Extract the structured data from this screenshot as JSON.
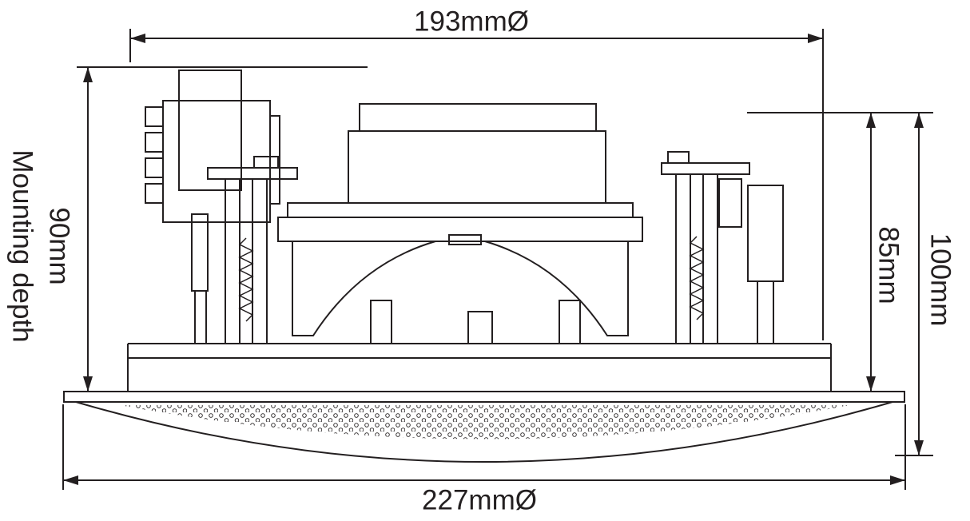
{
  "diagram": {
    "line_color": "#231f20",
    "background_color": "#ffffff",
    "dimensions": {
      "top_diameter": "193mmØ",
      "mounting_depth_label": "Mounting depth",
      "mounting_depth_value": "90mm",
      "inner_height": "85mm",
      "overall_height": "100mm",
      "overall_diameter": "227mmØ"
    }
  }
}
